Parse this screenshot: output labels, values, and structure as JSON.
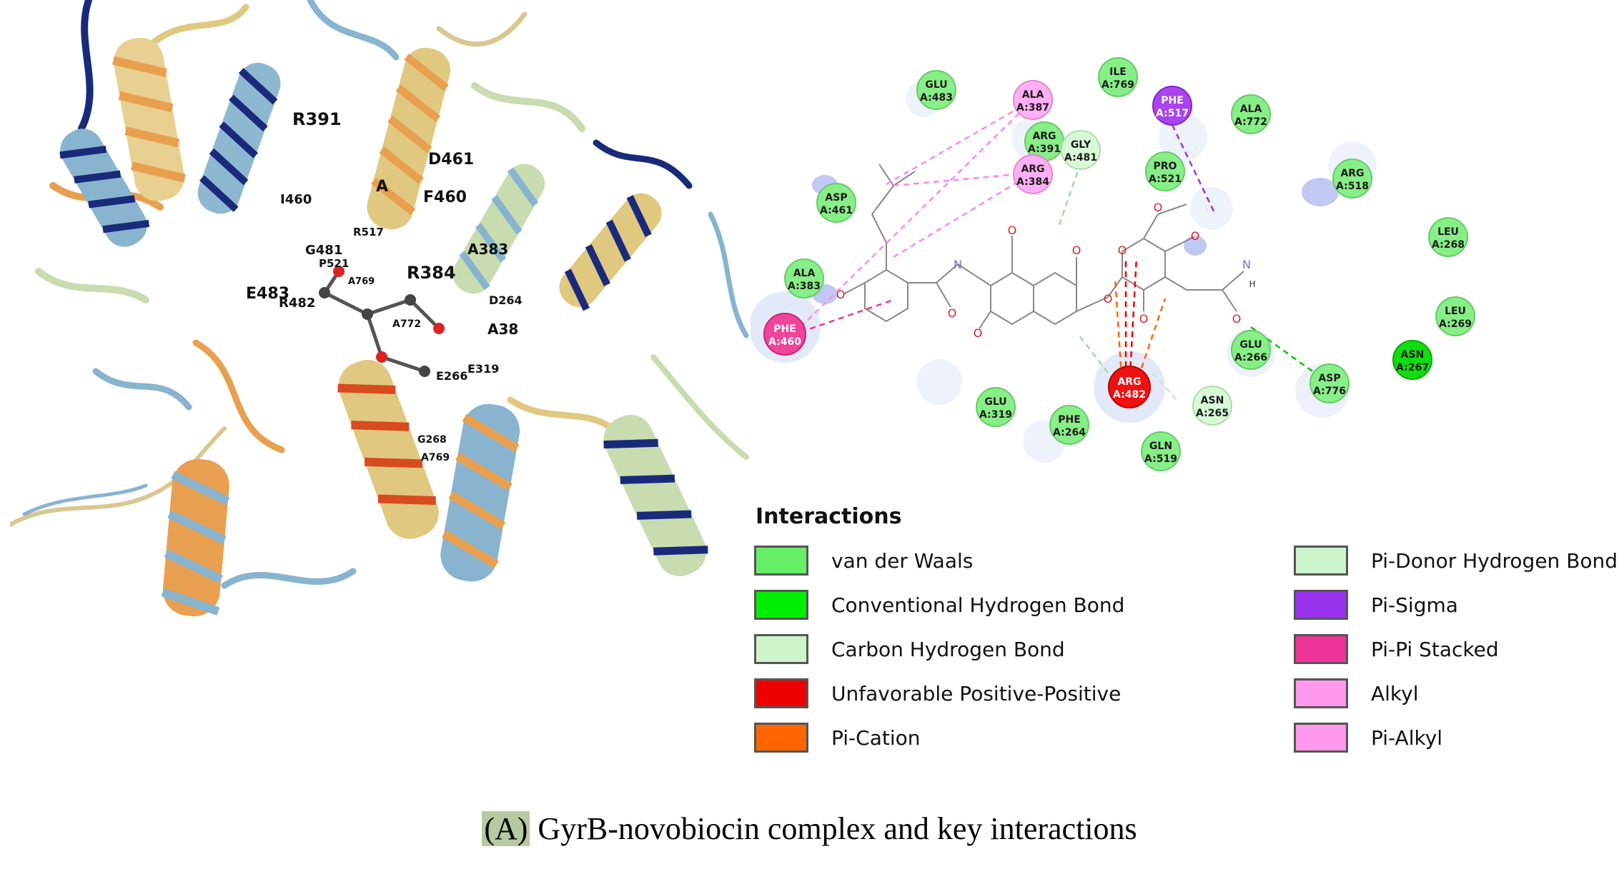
{
  "structure_panel": {
    "labels": [
      "R391",
      "D461",
      "A",
      "F460",
      "I460",
      "G481",
      "P521",
      "R517",
      "E483",
      "R482",
      "A383",
      "R384",
      "A769",
      "A772",
      "D264",
      "E266",
      "E319",
      "A38",
      "G268",
      "A769"
    ]
  },
  "interaction_diagram": {
    "residues": [
      {
        "id": "glu483",
        "name": "GLU",
        "num": "A:483",
        "type": "vdw"
      },
      {
        "id": "ala387",
        "name": "ALA",
        "num": "A:387",
        "type": "alkyl"
      },
      {
        "id": "ile769",
        "name": "ILE",
        "num": "A:769",
        "type": "vdw"
      },
      {
        "id": "phe517",
        "name": "PHE",
        "num": "A:517",
        "type": "pi-sigma"
      },
      {
        "id": "ala772",
        "name": "ALA",
        "num": "A:772",
        "type": "vdw"
      },
      {
        "id": "arg391",
        "name": "ARG",
        "num": "A:391",
        "type": "vdw"
      },
      {
        "id": "gly481",
        "name": "GLY",
        "num": "A:481",
        "type": "carbon-hbond"
      },
      {
        "id": "pro521",
        "name": "PRO",
        "num": "A:521",
        "type": "vdw"
      },
      {
        "id": "arg384",
        "name": "ARG",
        "num": "A:384",
        "type": "alkyl"
      },
      {
        "id": "arg518",
        "name": "ARG",
        "num": "A:518",
        "type": "vdw"
      },
      {
        "id": "asp461",
        "name": "ASP",
        "num": "A:461",
        "type": "vdw"
      },
      {
        "id": "leu268",
        "name": "LEU",
        "num": "A:268",
        "type": "vdw"
      },
      {
        "id": "ala383",
        "name": "ALA",
        "num": "A:383",
        "type": "vdw"
      },
      {
        "id": "leu269",
        "name": "LEU",
        "num": "A:269",
        "type": "vdw"
      },
      {
        "id": "phe460",
        "name": "PHE",
        "num": "A:460",
        "type": "pi-pi"
      },
      {
        "id": "asn267",
        "name": "ASN",
        "num": "A:267",
        "type": "conv-hbond"
      },
      {
        "id": "glu266",
        "name": "GLU",
        "num": "A:266",
        "type": "vdw"
      },
      {
        "id": "arg482",
        "name": "ARG",
        "num": "A:482",
        "type": "unfavorable"
      },
      {
        "id": "asp776",
        "name": "ASP",
        "num": "A:776",
        "type": "vdw"
      },
      {
        "id": "glu319",
        "name": "GLU",
        "num": "A:319",
        "type": "vdw"
      },
      {
        "id": "asn265",
        "name": "ASN",
        "num": "A:265",
        "type": "carbon-hbond"
      },
      {
        "id": "phe264",
        "name": "PHE",
        "num": "A:264",
        "type": "vdw"
      },
      {
        "id": "gln519",
        "name": "GLN",
        "num": "A:519",
        "type": "vdw"
      }
    ]
  },
  "legend": {
    "title": "Interactions",
    "items": [
      {
        "label": "van der Waals",
        "color": "#66ee66"
      },
      {
        "label": "Conventional Hydrogen Bond",
        "color": "#00ee00"
      },
      {
        "label": "Carbon Hydrogen Bond",
        "color": "#ccf5cc"
      },
      {
        "label": "Unfavorable Positive-Positive",
        "color": "#ee0000"
      },
      {
        "label": "Pi-Cation",
        "color": "#ff6600"
      },
      {
        "label": "Pi-Donor Hydrogen Bond",
        "color": "#ccf5cc"
      },
      {
        "label": "Pi-Sigma",
        "color": "#9933ee"
      },
      {
        "label": "Pi-Pi Stacked",
        "color": "#ee3399"
      },
      {
        "label": "Alkyl",
        "color": "#ff99ee"
      },
      {
        "label": "Pi-Alkyl",
        "color": "#ff99ee"
      }
    ]
  },
  "caption": {
    "tag": "(A)",
    "text": " GyrB-novobiocin complex and key interactions"
  },
  "colors": {
    "vdw": "#66ee66",
    "conv": "#00dd00",
    "carbon": "#ccf5cc",
    "unfav": "#ee0000",
    "pication": "#ff6600",
    "pisigma": "#9933ee",
    "pipi": "#ee3399",
    "alkyl": "#ff99ee"
  }
}
